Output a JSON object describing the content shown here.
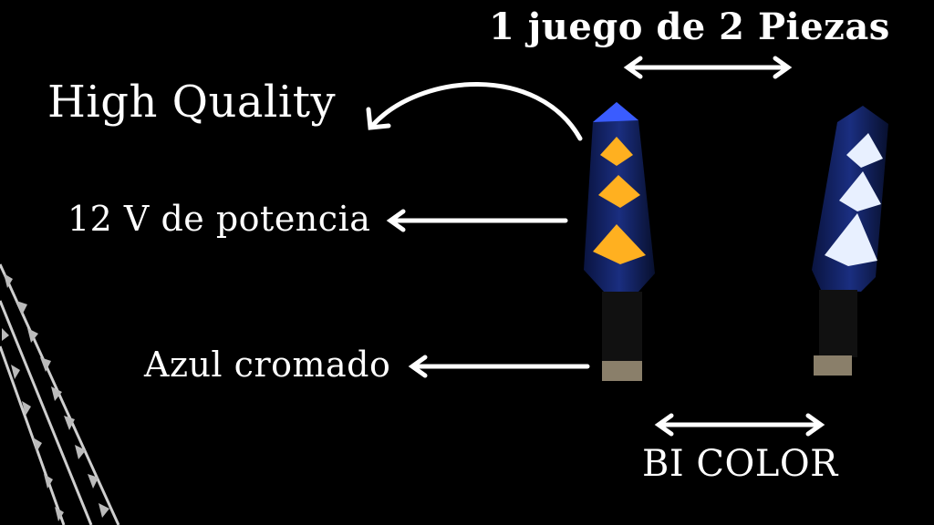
{
  "texts": {
    "set_label": "1 juego de 2 Piezas",
    "quality": "High  Quality",
    "voltage": "12 V de potencia",
    "color": "Azul cromado",
    "bicolor": "BI COLOR"
  },
  "colors": {
    "background": "#000000",
    "text": "#ffffff",
    "body": "#0d1a4a",
    "amber": "#ffb020",
    "white_light": "#e8f0ff"
  }
}
